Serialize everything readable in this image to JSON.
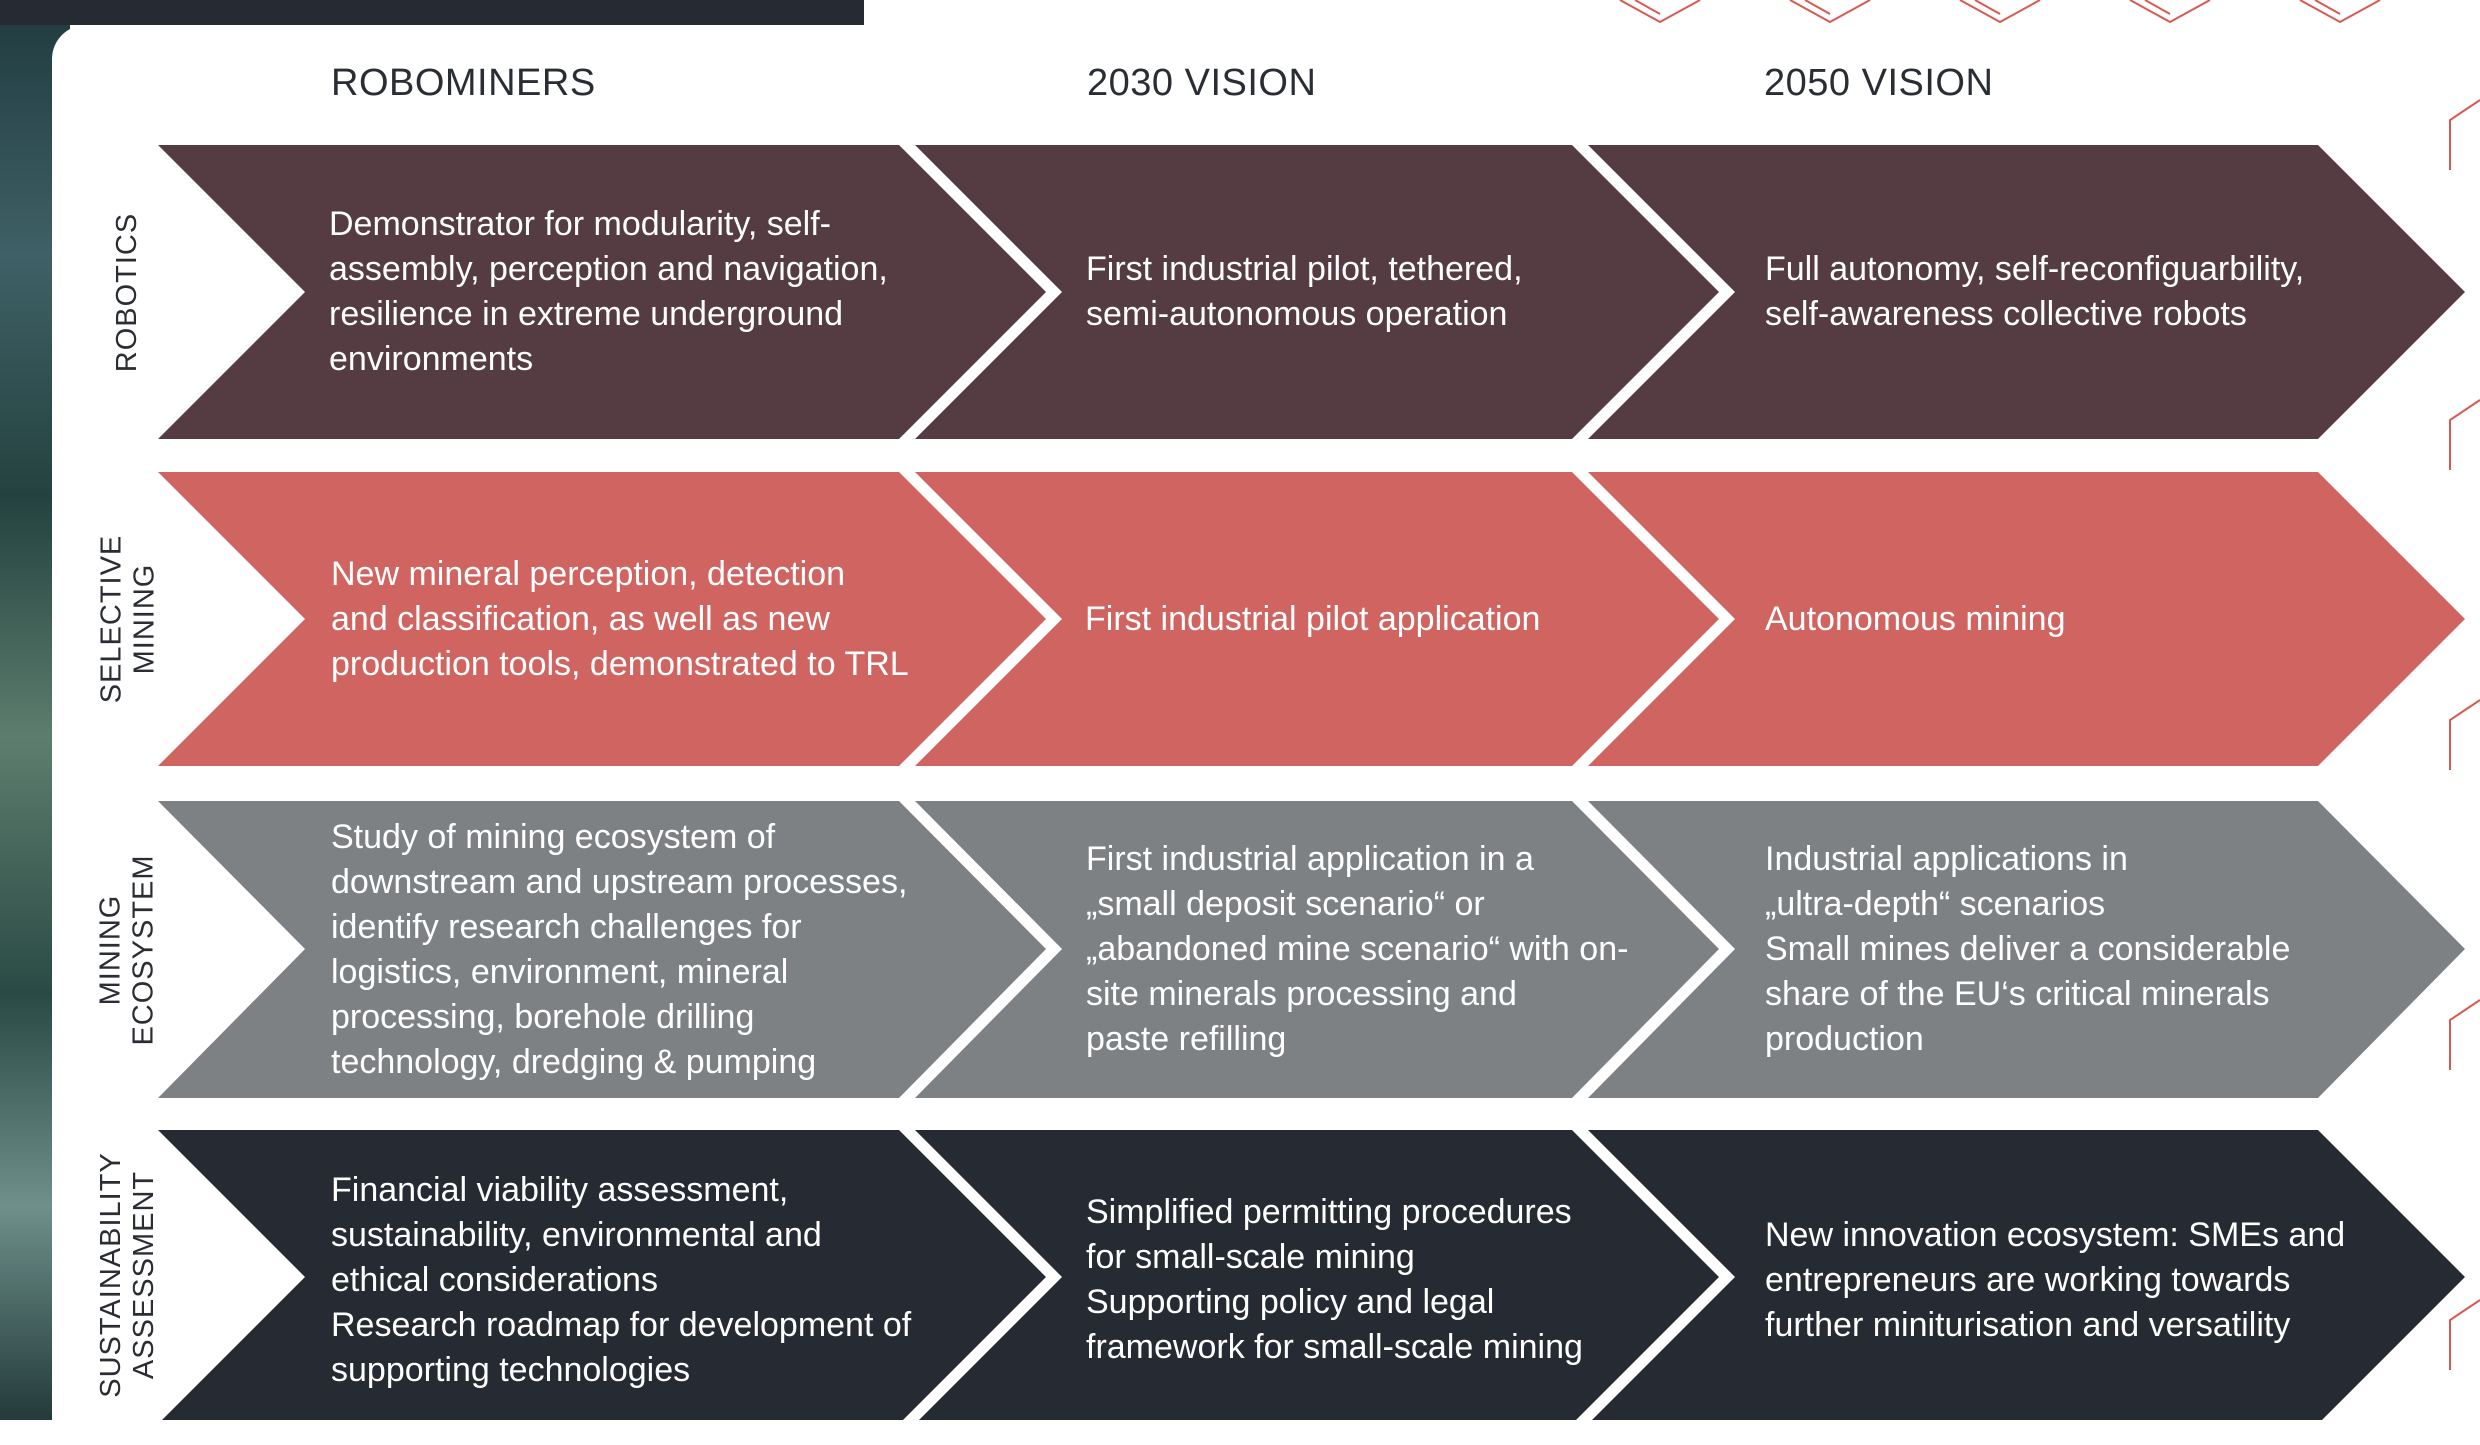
{
  "columns": {
    "col1": "ROBOMINERS",
    "col2": "2030 VISION",
    "col3": "2050 VISION"
  },
  "colors": {
    "robotics": "#553b42",
    "selective_mining": "#d06460",
    "mining_ecosystem": "#7e8184",
    "sustainability": "#262a33",
    "accent_red": "#d65a52"
  },
  "rows": [
    {
      "label_lines": [
        "ROBOTICS"
      ],
      "cells": [
        "Demonstrator for modularity, self-\nassembly, perception and navigation,\nresilience in extreme underground\nenvironments",
        "First industrial pilot, tethered,\nsemi-autonomous operation",
        "Full autonomy, self-reconfiguarbility,\nself-awareness collective robots"
      ]
    },
    {
      "label_lines": [
        "SELECTIVE",
        "MINING"
      ],
      "cells": [
        "New mineral perception, detection\nand classification, as well as new\nproduction tools, demonstrated to TRL",
        "First industrial pilot application",
        "Autonomous mining"
      ]
    },
    {
      "label_lines": [
        "MINING",
        "ECOSYSTEM"
      ],
      "cells": [
        "Study of mining ecosystem of\ndownstream and upstream processes,\nidentify research challenges for\nlogistics, environment, mineral\nprocessing, borehole drilling\ntechnology, dredging & pumping",
        "First industrial application in a\n„small deposit scenario“ or\n„abandoned mine scenario“ with on-\nsite minerals processing and\npaste refilling",
        "Industrial applications in\n„ultra-depth“ scenarios\nSmall mines deliver a considerable\nshare of the EU‘s critical minerals\nproduction"
      ]
    },
    {
      "label_lines": [
        "SUSTAINABILITY",
        "ASSESSMENT"
      ],
      "cells": [
        "Financial viability assessment,\nsustainability, environmental and\nethical considerations\nResearch roadmap for development of\nsupporting technologies",
        "Simplified permitting procedures\nfor small-scale mining\nSupporting policy and legal\nframework for small-scale mining",
        "New innovation ecosystem: SMEs and\nentrepreneurs are working towards\nfurther miniturisation and versatility"
      ]
    }
  ]
}
